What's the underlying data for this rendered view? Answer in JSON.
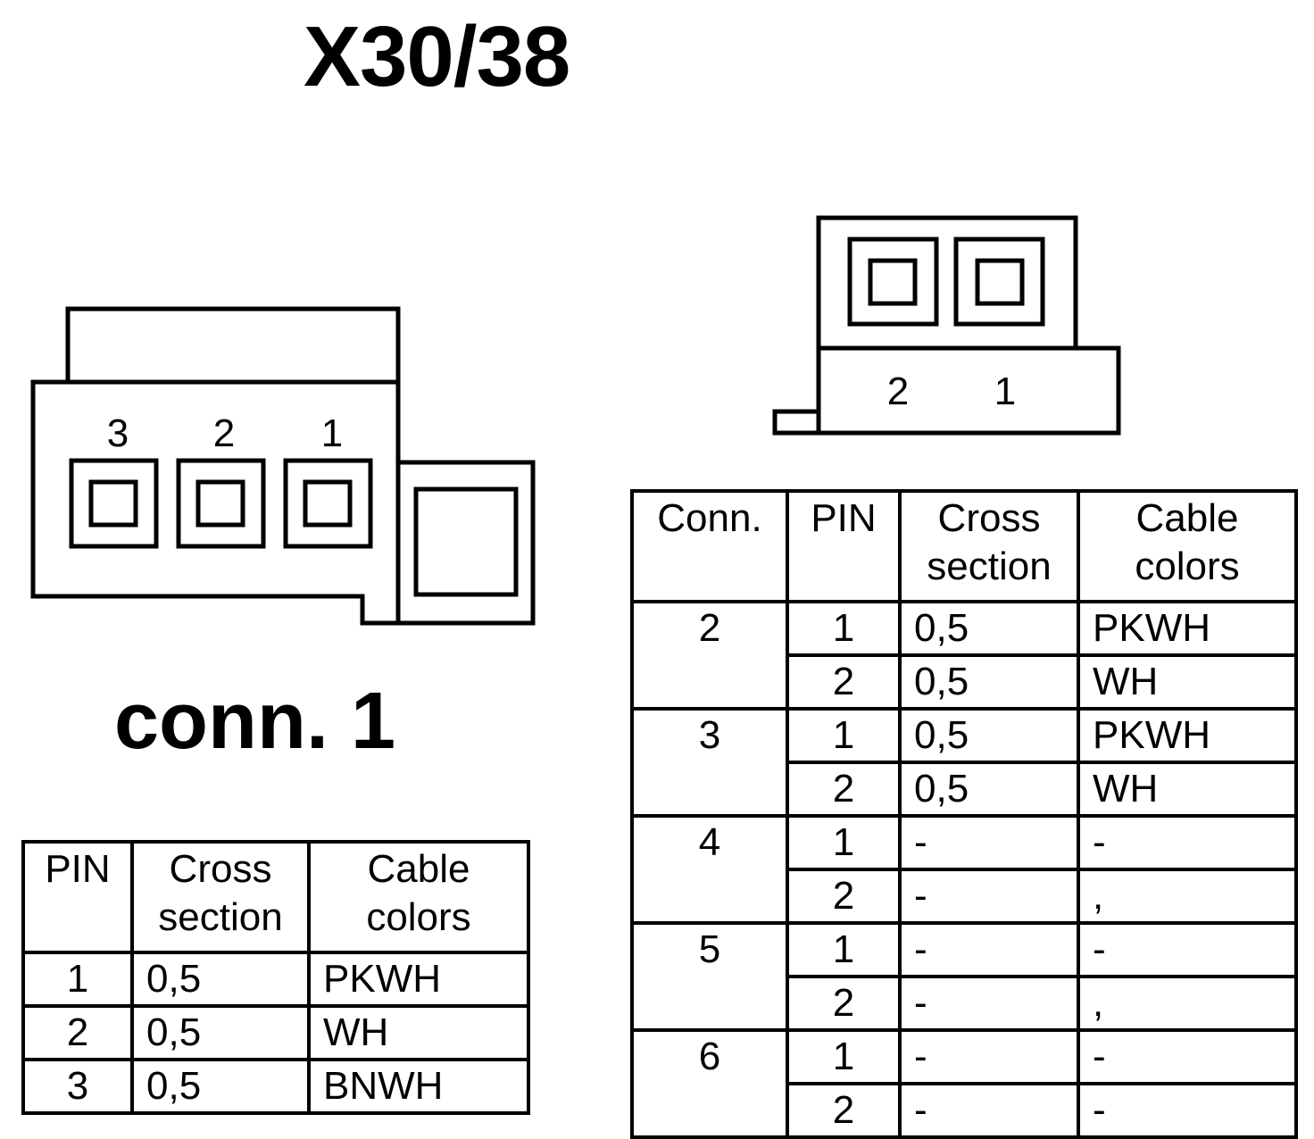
{
  "title": "X30/38",
  "connector_label": "conn. 1",
  "conn1_pin_numbers": [
    "3",
    "2",
    "1"
  ],
  "conn2_pin_numbers": [
    "2",
    "1"
  ],
  "table_left": {
    "headers": [
      "PIN",
      "Cross section",
      "Cable colors"
    ],
    "rows": [
      {
        "pin": "1",
        "cross": "0,5",
        "color": "PKWH"
      },
      {
        "pin": "2",
        "cross": "0,5",
        "color": "WH"
      },
      {
        "pin": "3",
        "cross": "0,5",
        "color": "BNWH"
      }
    ]
  },
  "table_right": {
    "headers": [
      "Conn.",
      "PIN",
      "Cross section",
      "Cable colors"
    ],
    "groups": [
      {
        "conn": "2",
        "rows": [
          {
            "pin": "1",
            "cross": "0,5",
            "color": "PKWH"
          },
          {
            "pin": "2",
            "cross": "0,5",
            "color": "WH"
          }
        ]
      },
      {
        "conn": "3",
        "rows": [
          {
            "pin": "1",
            "cross": "0,5",
            "color": "PKWH"
          },
          {
            "pin": "2",
            "cross": "0,5",
            "color": "WH"
          }
        ]
      },
      {
        "conn": "4",
        "rows": [
          {
            "pin": "1",
            "cross": "-",
            "color": "-"
          },
          {
            "pin": "2",
            "cross": "-",
            "color": ","
          }
        ]
      },
      {
        "conn": "5",
        "rows": [
          {
            "pin": "1",
            "cross": "-",
            "color": "-"
          },
          {
            "pin": "2",
            "cross": "-",
            "color": ","
          }
        ]
      },
      {
        "conn": "6",
        "rows": [
          {
            "pin": "1",
            "cross": "-",
            "color": "-"
          },
          {
            "pin": "2",
            "cross": "-",
            "color": "-"
          }
        ]
      }
    ]
  }
}
